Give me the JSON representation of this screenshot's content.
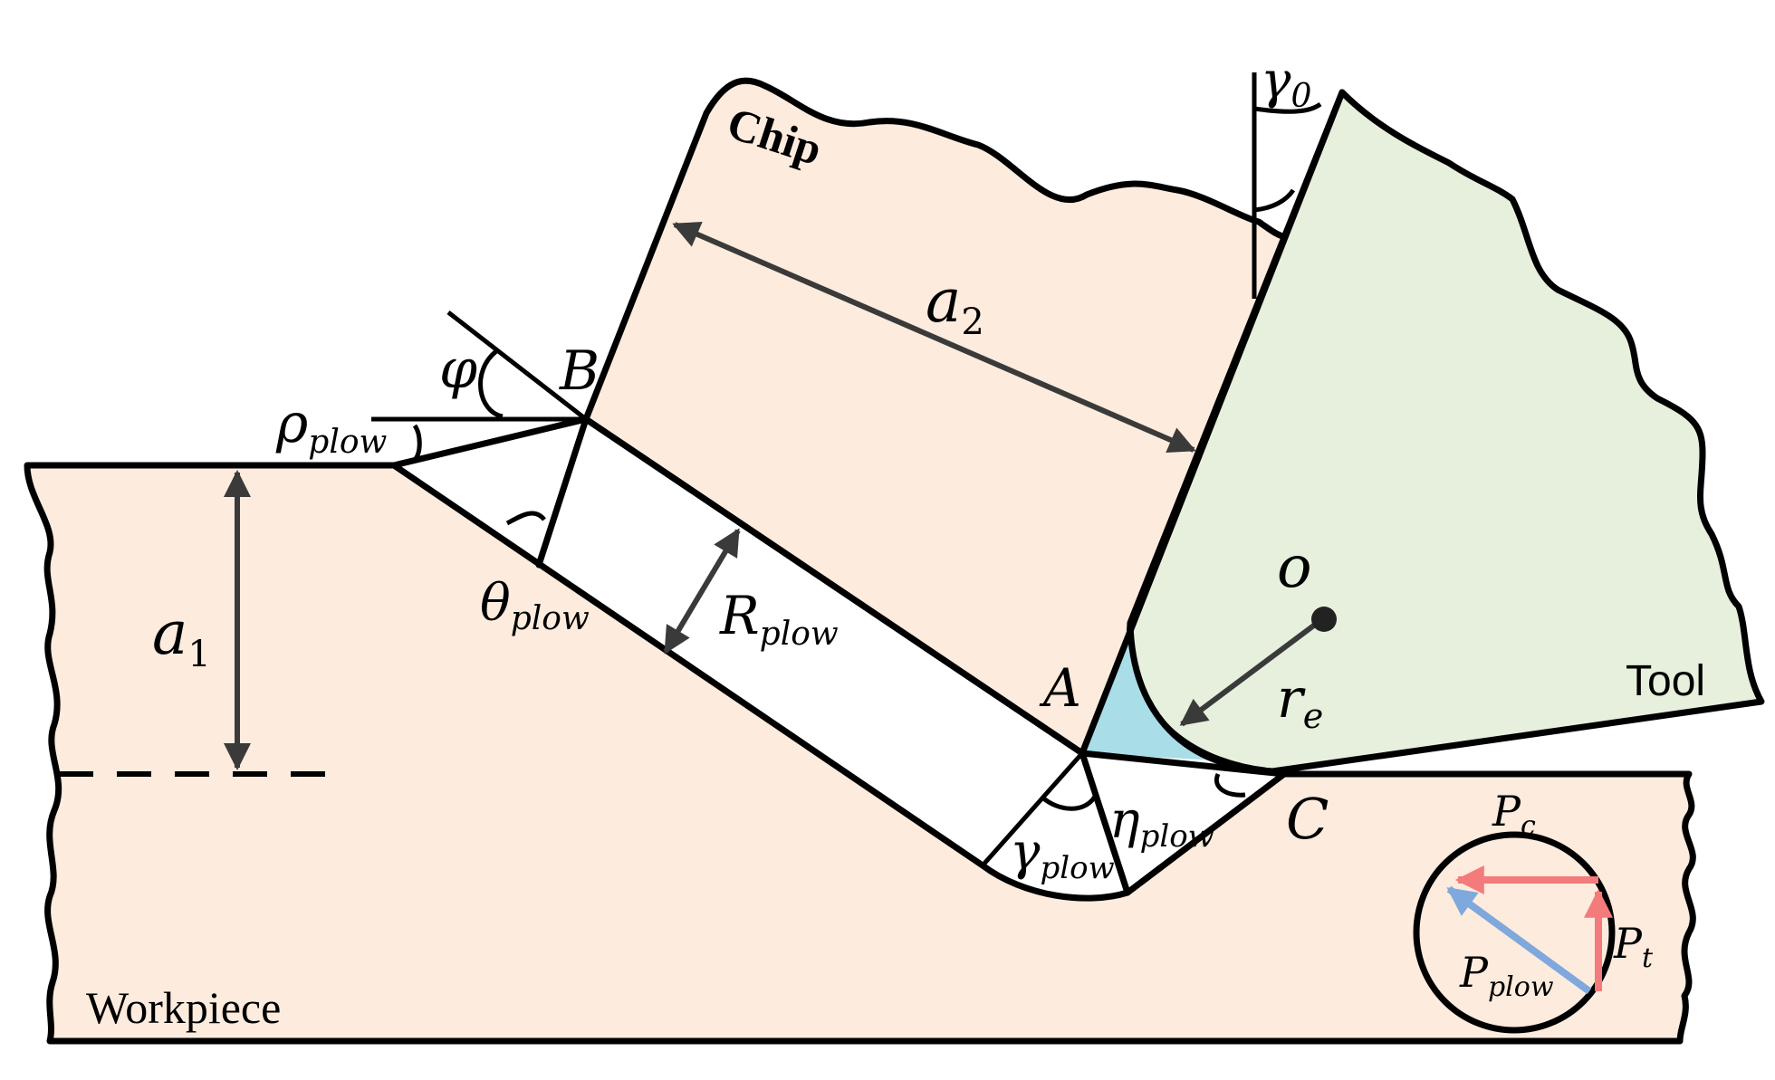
{
  "labels": {
    "chip": "Chip",
    "tool": "Tool",
    "workpiece": "Workpiece",
    "point_a": "A",
    "point_b": "B",
    "point_c": "C",
    "point_o": "o",
    "gamma": "γ",
    "gamma_sub": "0",
    "phi": "φ",
    "rho": "ρ",
    "rho_sub": "plow",
    "theta": "θ",
    "theta_sub": "plow",
    "r_big": "R",
    "r_big_sub": "plow",
    "a": "a",
    "a1_sub": "1",
    "a2_sub": "2",
    "r_small": "r",
    "r_small_sub": "e",
    "gamma_plow_sub": "plow",
    "eta": "η",
    "eta_sub": "plow",
    "p": "P",
    "pc_sub": "c",
    "pt_sub": "t",
    "pplow_sub": "plow"
  },
  "colors": {
    "chip_fill": "#fdebdd",
    "workpiece_fill": "#fdebdd",
    "tool_fill": "#e6f0dc",
    "edge_fill": "#a9dde8",
    "arrow": "#3a3a3a",
    "force_red": "#f47b7b",
    "force_blue": "#7fa8dc"
  },
  "icons": [
    "dimension-arrow",
    "force-vector-arrow"
  ]
}
